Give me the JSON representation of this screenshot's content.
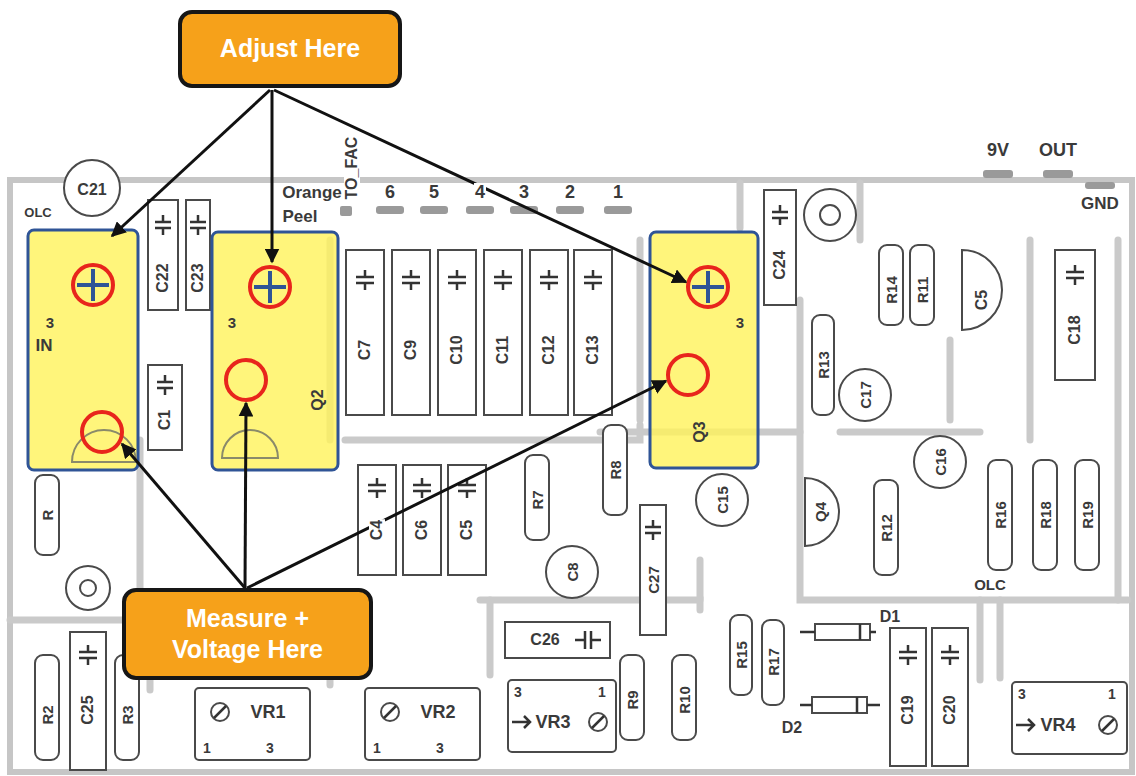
{
  "diagram": {
    "nodes": [
      {
        "text": [
          "Adjust Here"
        ]
      },
      {
        "text": [
          "Measure + Voltage Here"
        ]
      }
    ],
    "labels": [
      "C21",
      "Orange",
      "Peel",
      "TO_FAC",
      "6",
      "5",
      "4",
      "3",
      "2",
      "1",
      "9V",
      "OUT",
      "GND",
      "C22",
      "C23",
      "C7",
      "C9",
      "C10",
      "C11",
      "C12",
      "C13",
      "C24",
      "R14",
      "R11",
      "C5",
      "C18",
      "3",
      "IN",
      "3",
      "Q2",
      "3",
      "Q3",
      "R13",
      "C1",
      "C17",
      "C16",
      "R",
      "C4",
      "C6",
      "C5",
      "R7",
      "R8",
      "C27",
      "C8",
      "C15",
      "Q4",
      "R12",
      "R16",
      "R18",
      "R19",
      "OLC",
      "D1",
      "R15",
      "R17",
      "D2",
      "C19",
      "C20",
      "C26",
      "R2",
      "C25",
      "R3",
      "VR1",
      "1",
      "3",
      "VR2",
      "1",
      "3",
      "VR3",
      "3",
      "1",
      "R9",
      "R10",
      "VR4",
      "3",
      "1",
      "OLC"
    ]
  }
}
